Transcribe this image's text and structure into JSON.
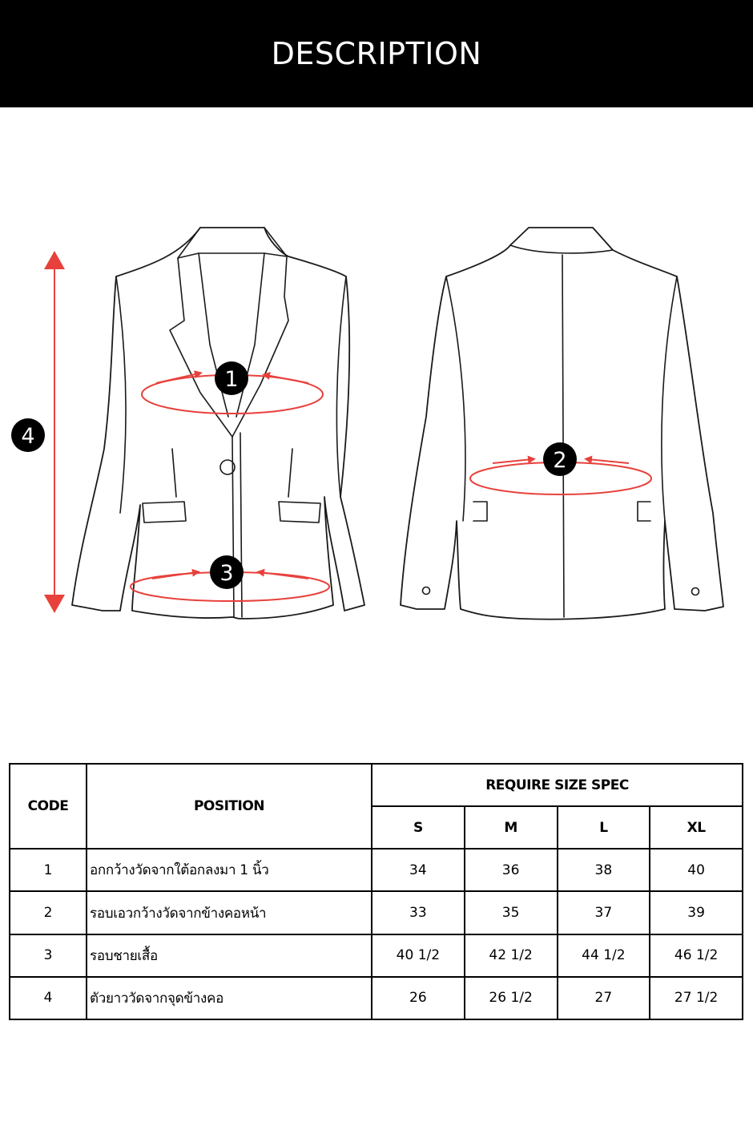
{
  "header": {
    "title": "DESCRIPTION"
  },
  "diagram": {
    "markers": [
      "1",
      "2",
      "3",
      "4"
    ],
    "colors": {
      "arrow": "#e8413c",
      "outline": "#1a1a1a",
      "marker": "#000000"
    }
  },
  "table": {
    "headers": {
      "code": "CODE",
      "position": "POSITION",
      "spec": "REQUIRE SIZE SPEC",
      "sizes": [
        "S",
        "M",
        "L",
        "XL"
      ]
    },
    "rows": [
      {
        "code": "1",
        "position": "อกกว้างวัดจากใต้อกลงมา 1 นิ้ว",
        "values": [
          "34",
          "36",
          "38",
          "40"
        ]
      },
      {
        "code": "2",
        "position": "รอบเอวกว้างวัดจากข้างคอหน้า",
        "values": [
          "33",
          "35",
          "37",
          "39"
        ]
      },
      {
        "code": "3",
        "position": "รอบชายเสื้อ",
        "values": [
          "40 1/2",
          "42 1/2",
          "44 1/2",
          "46 1/2"
        ]
      },
      {
        "code": "4",
        "position": "ตัวยาววัดจากจุดข้างคอ",
        "values": [
          "26",
          "26 1/2",
          "27",
          "27 1/2"
        ]
      }
    ]
  }
}
